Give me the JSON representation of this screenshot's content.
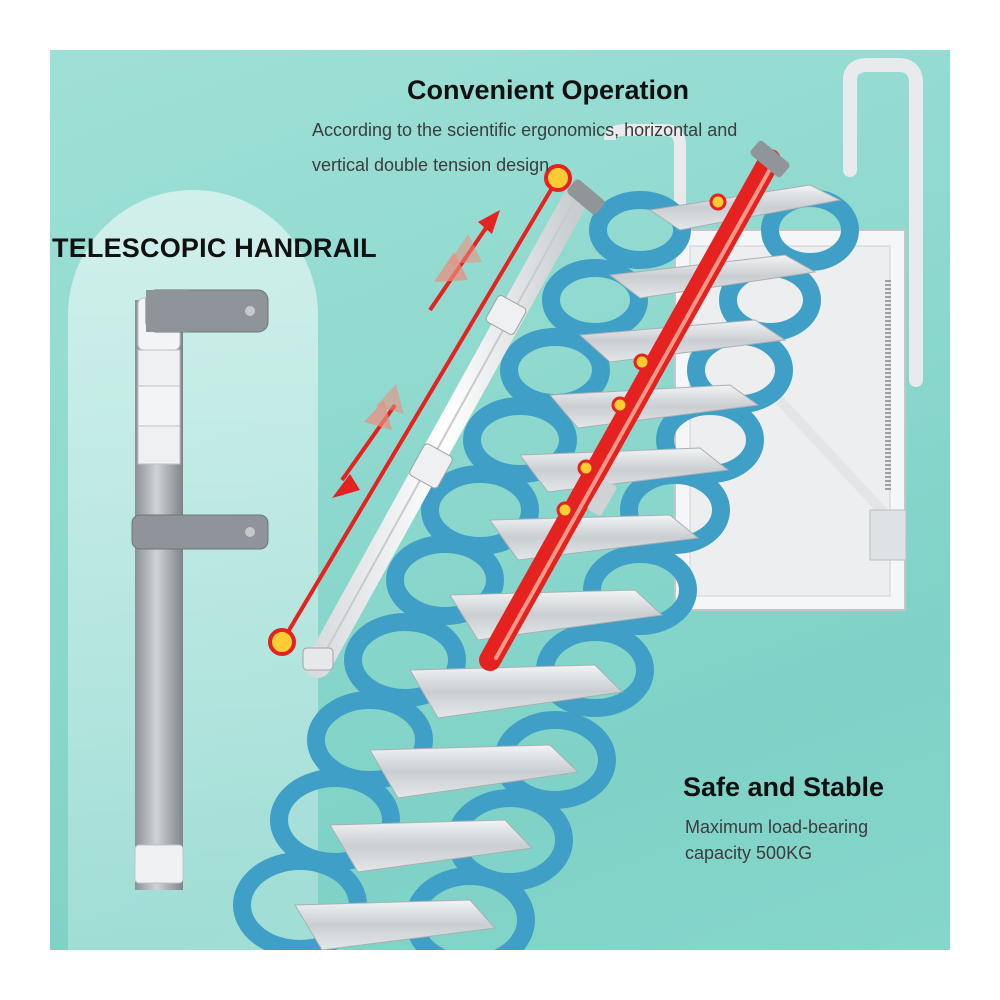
{
  "telescopic_handrail": {
    "title": "TELESCOPIC HANDRAIL"
  },
  "convenient_operation": {
    "title": "Convenient Operation",
    "description_line1": "According to the scientific ergonomics, horizontal and",
    "description_line2": "vertical double tension design"
  },
  "safe_and_stable": {
    "title": "Safe and Stable",
    "description_line1": "Maximum load-bearing",
    "description_line2": "capacity 500KG"
  },
  "colors": {
    "background": "#8fd9cf",
    "ladder_blue": "#3f9fc6",
    "accent_red": "#e5221f",
    "aluminum": "#d8dde0"
  },
  "icons": [
    "telescopic-handrail-pole-image",
    "folding-attic-ladder-image",
    "arrow-up-icon",
    "arrow-down-icon"
  ]
}
